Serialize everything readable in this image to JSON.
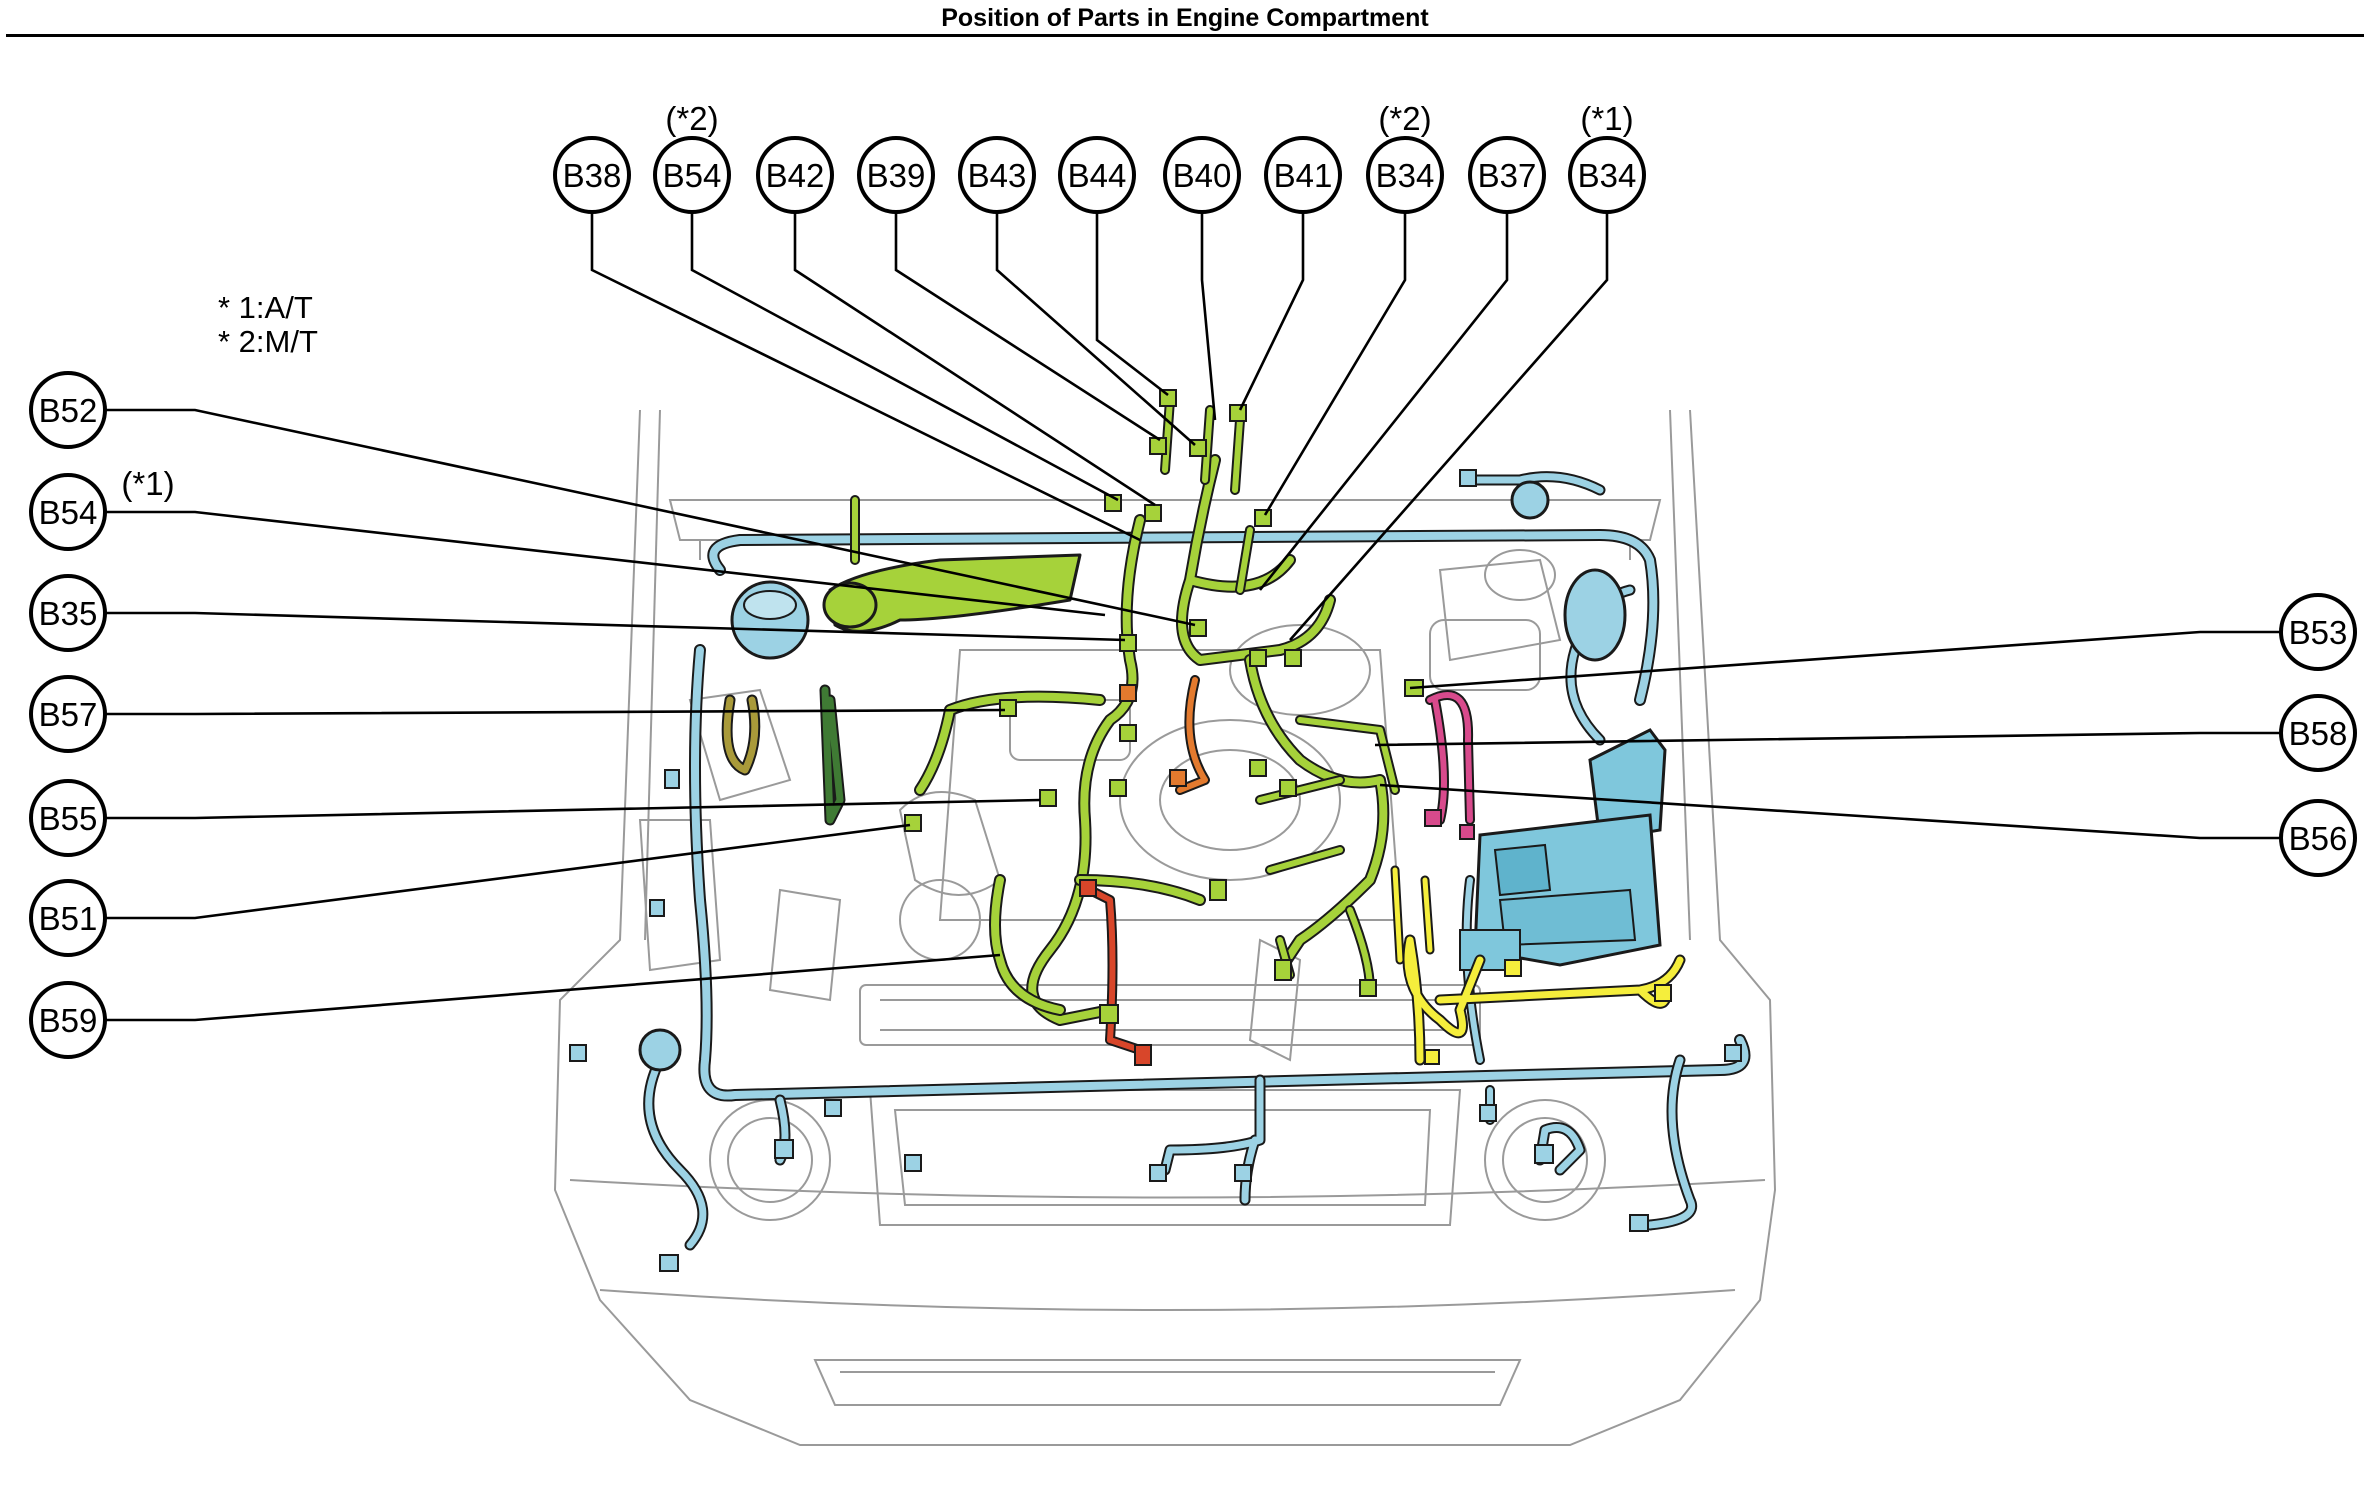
{
  "page_title": "Position of Parts in Engine Compartment",
  "notes": [
    "* 1:A/T",
    "* 2:M/T"
  ],
  "colors": {
    "harness_green": "#a6d23a",
    "harness_blue": "#9cd2e4",
    "harness_yellow": "#f5ee3c",
    "harness_dark_green": "#3f7a34",
    "harness_orange": "#e37a2e",
    "harness_red": "#d8462a",
    "harness_magenta": "#d84a8c",
    "harness_olive": "#a99a3a",
    "battery_blue": "#7fc7dc",
    "outline": "#000000"
  },
  "top_callouts": [
    {
      "id": "B38",
      "note": ""
    },
    {
      "id": "B54",
      "note": "(*2)"
    },
    {
      "id": "B42",
      "note": ""
    },
    {
      "id": "B39",
      "note": ""
    },
    {
      "id": "B43",
      "note": ""
    },
    {
      "id": "B44",
      "note": ""
    },
    {
      "id": "B40",
      "note": ""
    },
    {
      "id": "B41",
      "note": ""
    },
    {
      "id": "B34",
      "note": "(*2)"
    },
    {
      "id": "B37",
      "note": ""
    },
    {
      "id": "B34",
      "note": "(*1)"
    }
  ],
  "left_callouts": [
    {
      "id": "B52",
      "note": ""
    },
    {
      "id": "B54",
      "note": "(*1)"
    },
    {
      "id": "B35",
      "note": ""
    },
    {
      "id": "B57",
      "note": ""
    },
    {
      "id": "B55",
      "note": ""
    },
    {
      "id": "B51",
      "note": ""
    },
    {
      "id": "B59",
      "note": ""
    }
  ],
  "right_callouts": [
    {
      "id": "B53",
      "note": ""
    },
    {
      "id": "B58",
      "note": ""
    },
    {
      "id": "B56",
      "note": ""
    }
  ]
}
